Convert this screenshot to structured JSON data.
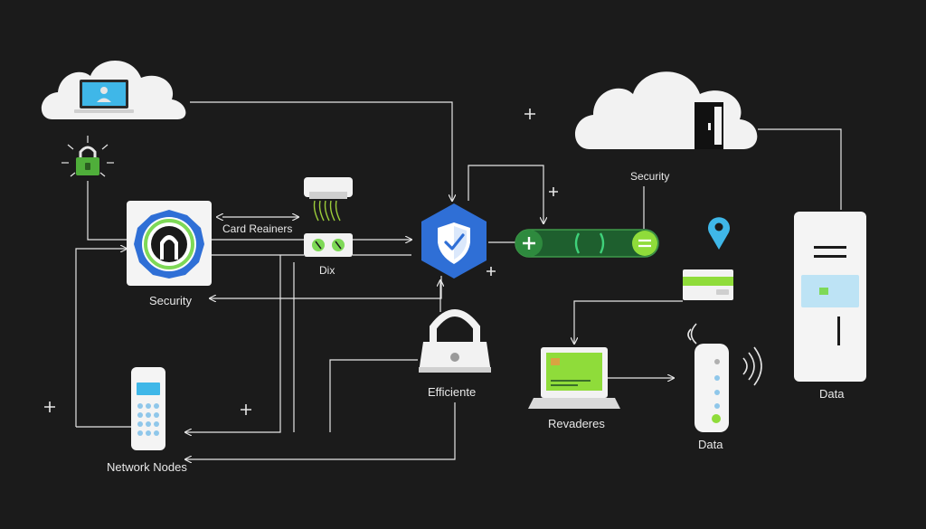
{
  "labels": {
    "card_retainers": "Card Reainers",
    "dix": "Dix",
    "security_left": "Security",
    "security_right": "Security",
    "efficiente": "Efficiente",
    "network_nodes": "Network Nodes",
    "revaderes": "Revaderes",
    "data_router": "Data",
    "data_server": "Data"
  },
  "colors": {
    "background": "#1b1b1b",
    "line": "#e6e6e6",
    "accent_green": "#7ed957",
    "accent_blue": "#2f6fd6",
    "cloud": "#f2f2f2"
  },
  "icons": [
    "cloud-laptop-icon",
    "padlock-icon",
    "fingerprint-badge-icon",
    "card-reader-icon",
    "switch-icon",
    "shield-check-icon",
    "pipeline-icon",
    "cloud-server-icon",
    "location-pin-icon",
    "card-icon",
    "server-tower-icon",
    "laptop-icon",
    "router-icon",
    "lock-icon",
    "phone-icon"
  ]
}
